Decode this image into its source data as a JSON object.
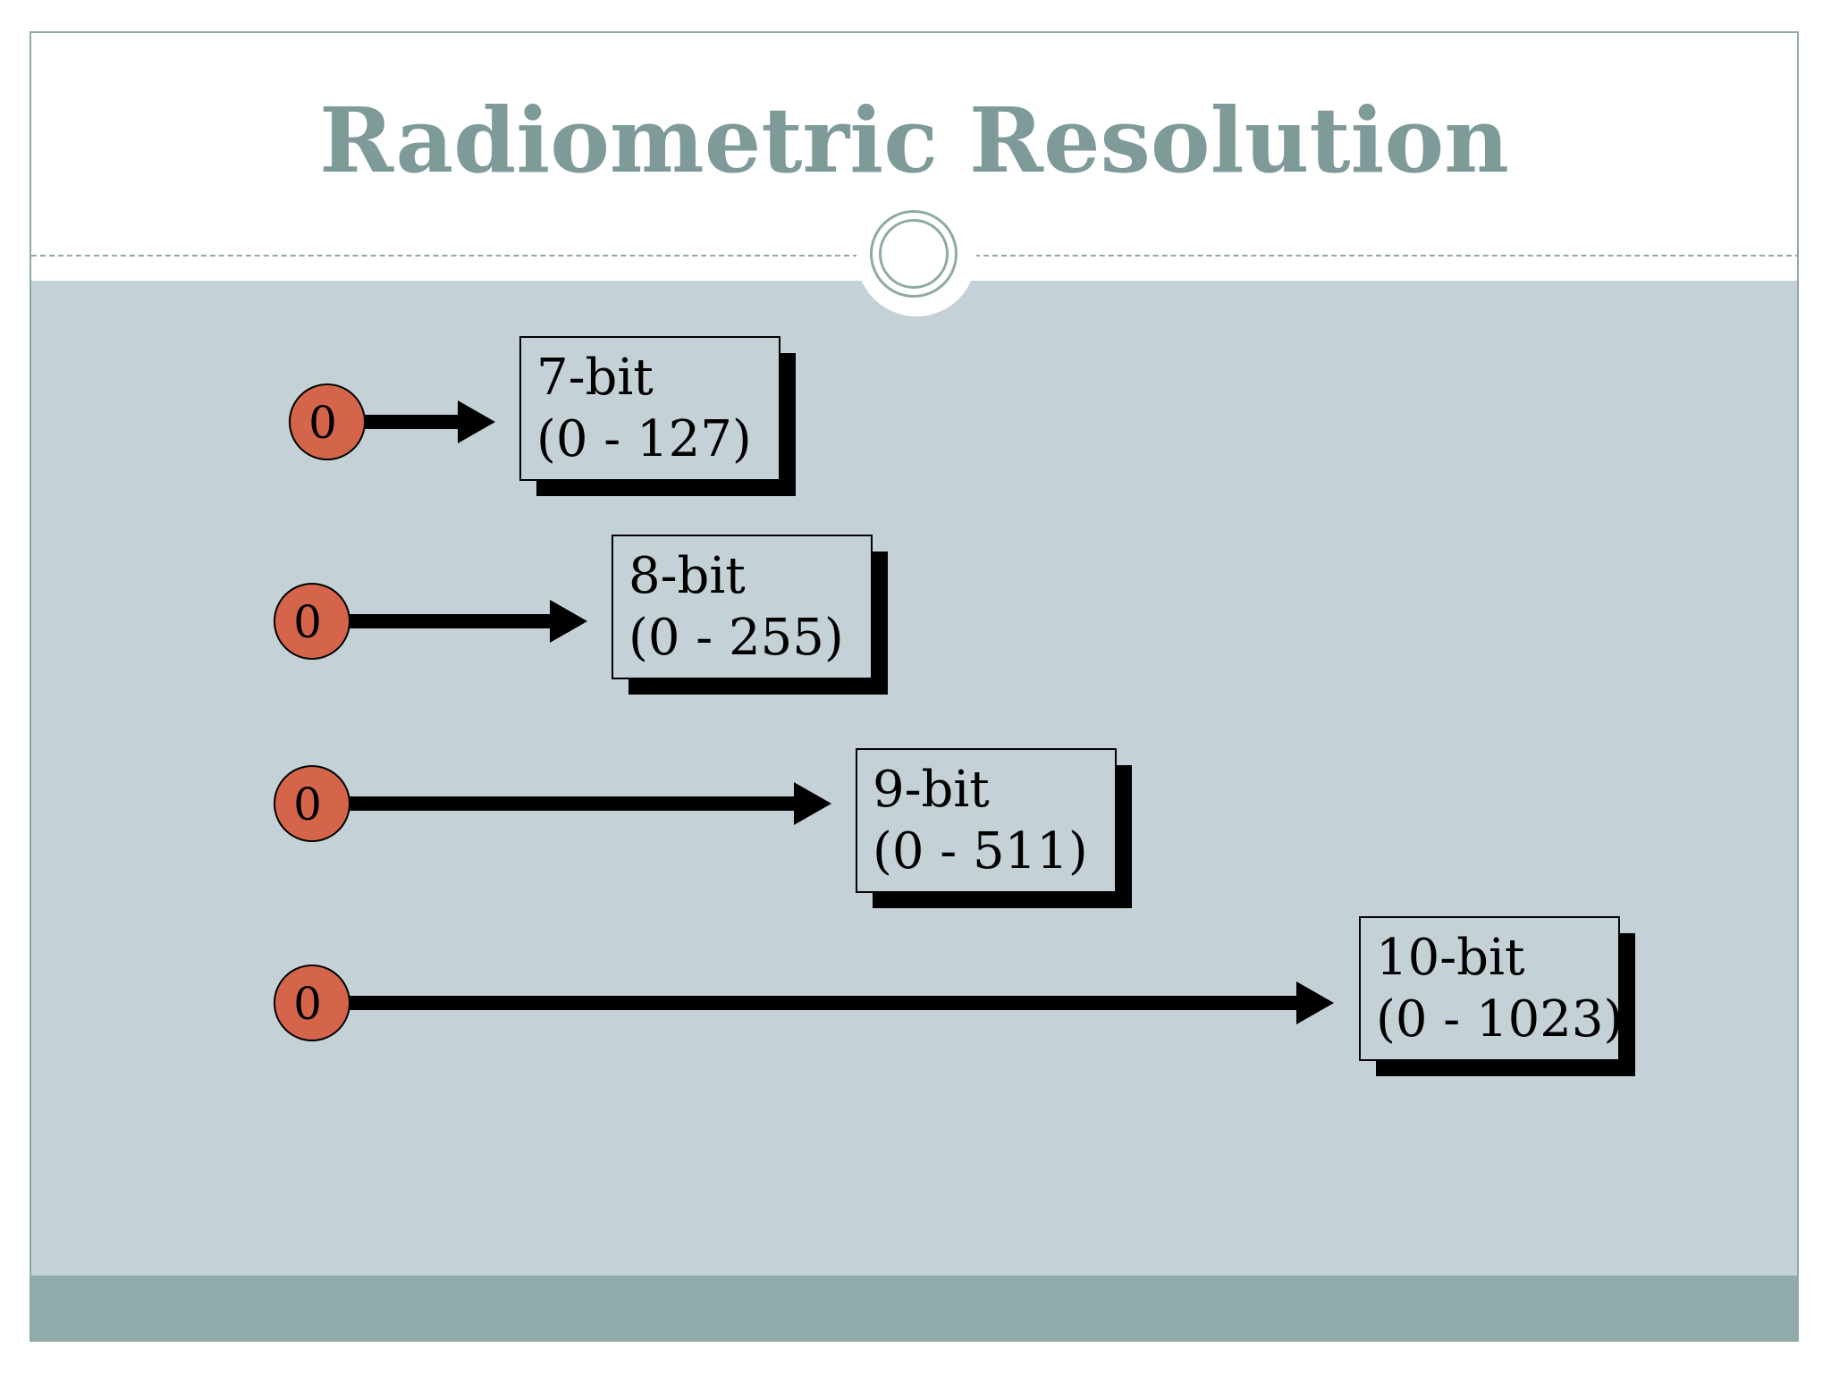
{
  "title": "Radiometric Resolution",
  "colors": {
    "title": "#7e9a99",
    "background": "#c4d1d6",
    "accent": "#8fabaa",
    "origin_fill": "#d4654a",
    "box_fill": "#c4d1d6",
    "shadow": "#000000"
  },
  "rows": [
    {
      "origin": "0",
      "bits": "7-bit",
      "range": "(0 - 127)",
      "max_value": 127
    },
    {
      "origin": "0",
      "bits": "8-bit",
      "range": "(0 - 255)",
      "max_value": 255
    },
    {
      "origin": "0",
      "bits": "9-bit",
      "range": "(0 - 511)",
      "max_value": 511
    },
    {
      "origin": "0",
      "bits": "10-bit",
      "range": "(0 - 1023)",
      "max_value": 1023
    }
  ]
}
